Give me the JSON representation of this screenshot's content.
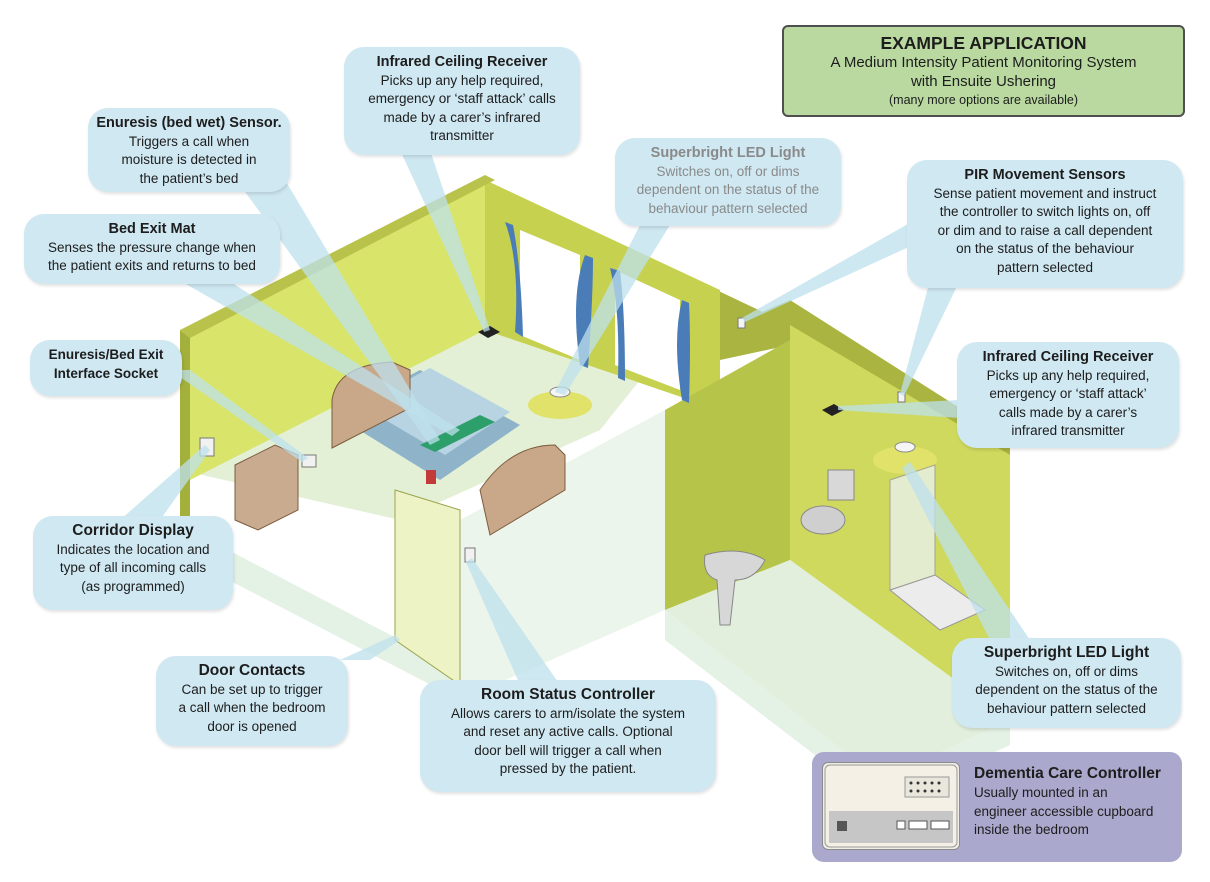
{
  "example": {
    "title": "EXAMPLE APPLICATION",
    "line1": "A Medium Intensity Patient Monitoring System",
    "line2": "with Ensuite Ushering",
    "note": "(many more options are available)"
  },
  "callouts": {
    "enuresis_sensor": {
      "title": "Enuresis (bed wet) Sensor.",
      "lines": [
        "Triggers a call when",
        "moisture is detected in",
        "the patient’s bed"
      ]
    },
    "ir_receiver_left": {
      "title": "Infrared Ceiling Receiver",
      "lines": [
        "Picks up any help required,",
        "emergency or ‘staff attack’ calls",
        "made by a carer’s infrared",
        "transmitter"
      ]
    },
    "led_light_left": {
      "title": "Superbright LED Light",
      "lines": [
        "Switches on, off or dims",
        "dependent on the status of the",
        "behaviour pattern selected"
      ]
    },
    "pir_sensors": {
      "title": "PIR Movement Sensors",
      "lines": [
        "Sense patient movement and instruct",
        "the controller to switch lights on, off",
        "or dim and to raise a call dependent",
        "on the status of the behaviour",
        "pattern selected"
      ]
    },
    "bed_exit_mat": {
      "title": "Bed Exit Mat",
      "lines": [
        "Senses the pressure change when",
        "the patient exits and returns to bed"
      ]
    },
    "interface_socket": {
      "title": "Enuresis/Bed Exit",
      "lines": [
        "Interface Socket"
      ]
    },
    "ir_receiver_right": {
      "title": "Infrared Ceiling Receiver",
      "lines": [
        "Picks up any help required,",
        "emergency or ‘staff attack’",
        "calls made by a carer’s",
        "infrared transmitter"
      ]
    },
    "corridor_display": {
      "title": "Corridor Display",
      "lines": [
        "Indicates the location and",
        "type of all incoming calls",
        "(as programmed)"
      ]
    },
    "led_light_right": {
      "title": "Superbright LED Light",
      "lines": [
        "Switches on, off or dims",
        "dependent on the status of the",
        "behaviour pattern selected"
      ]
    },
    "door_contacts": {
      "title": "Door Contacts",
      "lines": [
        "Can be set up to trigger",
        "a call when the bedroom",
        "door is opened"
      ]
    },
    "room_status": {
      "title": "Room Status Controller",
      "lines": [
        "Allows carers to arm/isolate the system",
        "and reset any active calls. Optional",
        "door bell will trigger a call when",
        "pressed by the patient."
      ]
    }
  },
  "dementia": {
    "title": "Dementia Care Controller",
    "lines": [
      "Usually mounted in an",
      "engineer accessible cupboard",
      "inside the bedroom"
    ]
  },
  "colors": {
    "callout_bg": "#cfe8f2",
    "wall_yellow": "#d9e56a",
    "wall_olive": "#a9b540",
    "glass_green": "#dfeee0",
    "example_bg": "#b9d9a0",
    "dementia_bg": "#aaa8cc"
  }
}
